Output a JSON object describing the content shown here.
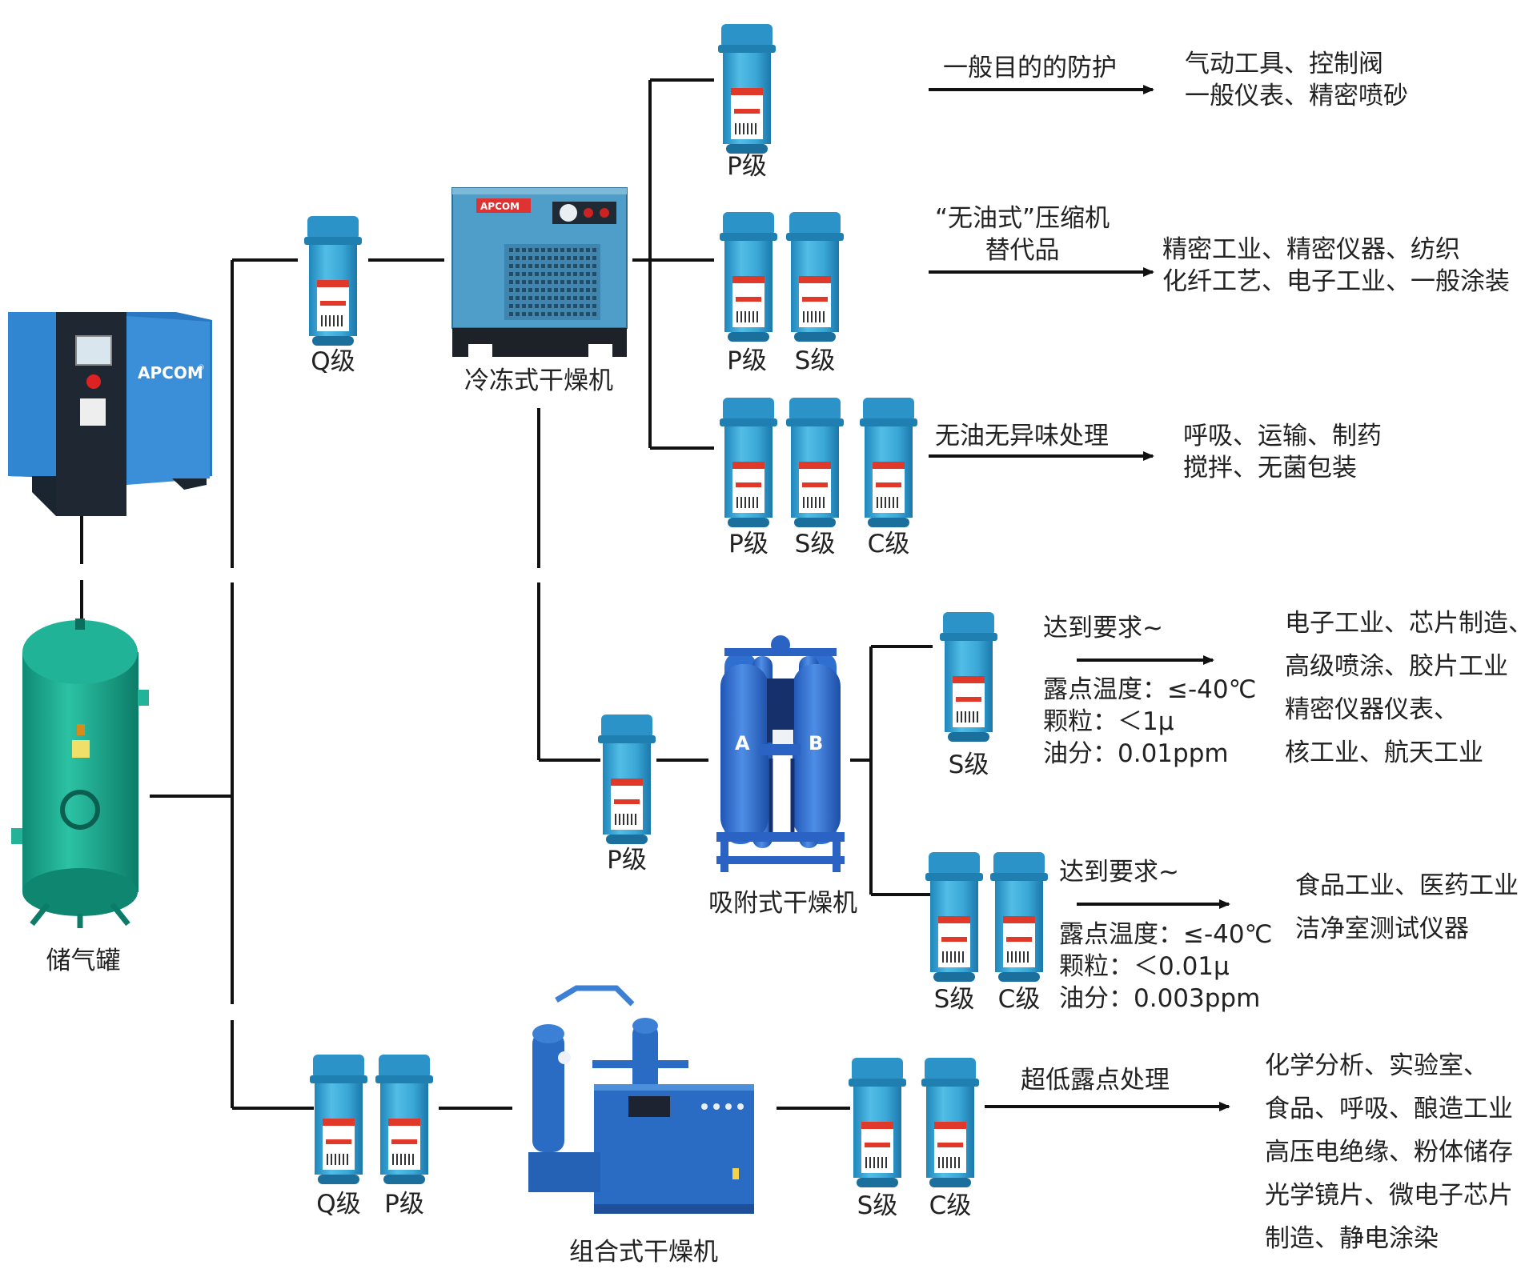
{
  "colors": {
    "line": "#111111",
    "filter_blue": "#3aa8d8",
    "filter_dark": "#1f7fb0",
    "filter_label": "#e0392a",
    "compressor": "#2a78c2",
    "tank": "#19a890",
    "dryer": "#4f9ec9",
    "adsorption": "#2f6fd0",
    "combo": "#2a6cc4"
  },
  "equipment": {
    "compressor_brand": "APCOM",
    "compressor_logo_mark": "®",
    "dryer_brand": "APCOM",
    "tank": "储气罐",
    "refrigerated_dryer": "冷冻式干燥机",
    "adsorption_dryer": "吸附式干燥机",
    "adsorption_tower_a": "A",
    "adsorption_tower_b": "B",
    "combined_dryer": "组合式干燥机"
  },
  "filters": {
    "q_main": "Q级",
    "branch1": [
      "P级"
    ],
    "branch2": [
      "P级",
      "S级"
    ],
    "branch3": [
      "P级",
      "S级",
      "C级"
    ],
    "ads_pre": "P级",
    "ads_branch1": [
      "S级"
    ],
    "ads_branch2": [
      "S级",
      "C级"
    ],
    "combo_pre": [
      "Q级",
      "P级"
    ],
    "combo_post": [
      "S级",
      "C级"
    ]
  },
  "branches": [
    {
      "purpose": [
        "一般目的的防护"
      ],
      "applications": [
        "气动工具、控制阀",
        "一般仪表、精密喷砂"
      ]
    },
    {
      "purpose": [
        "“无油式”压缩机",
        "替代品"
      ],
      "applications": [
        "精密工业、精密仪器、纺织",
        "化纤工艺、电子工业、一般涂装"
      ]
    },
    {
      "purpose": [
        "无油无异味处理"
      ],
      "applications": [
        "呼吸、运输、制药",
        "搅拌、无菌包装"
      ]
    },
    {
      "purpose": [
        "达到要求~"
      ],
      "specs": [
        "露点温度：≤-40℃",
        "颗粒：＜1μ",
        "油分：0.01ppm"
      ],
      "applications": [
        "电子工业、芯片制造、",
        "高级喷涂、胶片工业",
        "精密仪器仪表、",
        "核工业、航天工业"
      ]
    },
    {
      "purpose": [
        "达到要求~"
      ],
      "specs": [
        "露点温度：≤-40℃",
        "颗粒：＜0.01μ",
        "油分：0.003ppm"
      ],
      "applications": [
        "食品工业、医药工业",
        "洁净室测试仪器"
      ]
    },
    {
      "purpose": [
        "超低露点处理"
      ],
      "applications": [
        "化学分析、实验室、",
        "食品、呼吸、酿造工业",
        "高压电绝缘、粉体储存",
        "光学镜片、微电子芯片",
        "制造、静电涂染"
      ]
    }
  ]
}
